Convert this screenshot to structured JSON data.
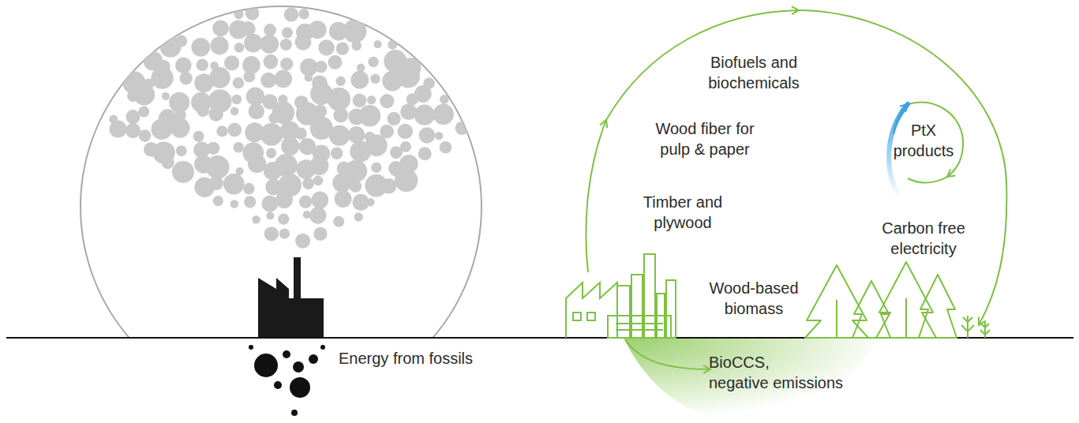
{
  "diagram": {
    "labels": [
      "Biofuels and biochemicals",
      "PtX products",
      "Wood fiber for pulp & paper",
      "Timber and plywood",
      "Carbon free electricity",
      "Wood-based biomass",
      "Energy from fossils",
      "BioCCS, negative emissions"
    ]
  }
}
